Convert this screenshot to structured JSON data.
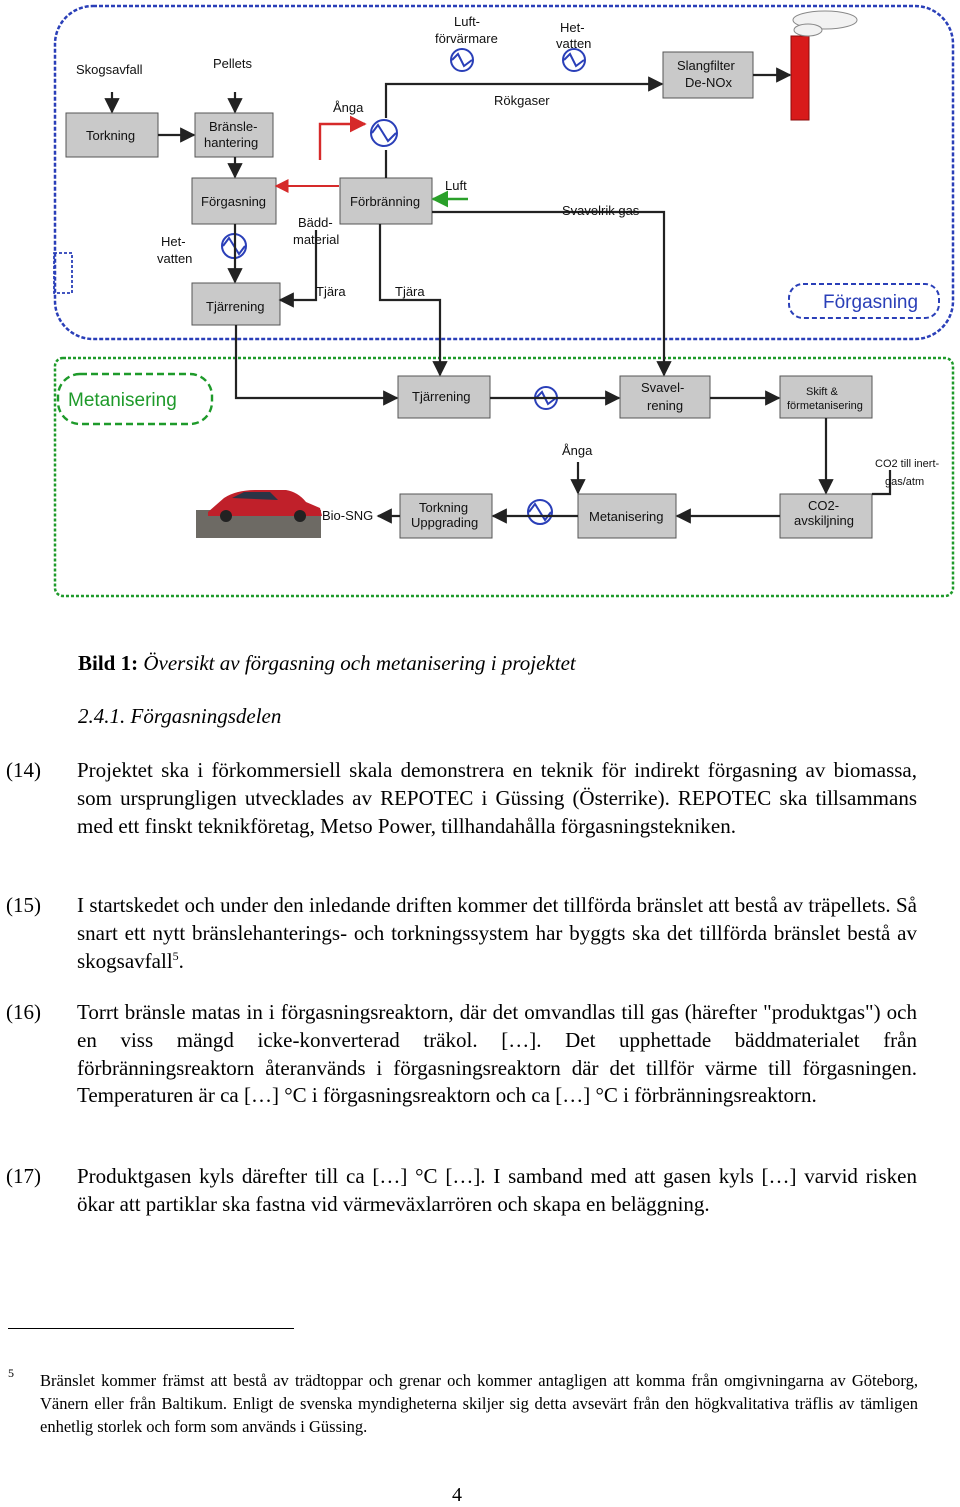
{
  "diagram": {
    "top_labels": {
      "skogsavfall": "Skogsavfall",
      "pellets": "Pellets",
      "torkning": "Torkning",
      "bransle_line1": "Bränsle-",
      "bransle_line2": "hantering",
      "anga_top": "Ånga",
      "luftforvarm_line1": "Luft-",
      "luftforvarm_line2": "förvärmare",
      "hetvatten_top_line1": "Het-",
      "hetvatten_top_line2": "vatten",
      "rokgaser": "Rökgaser",
      "slangfilter_line1": "Slangfilter",
      "slangfilter_line2": "De-NOx",
      "hetvatten_left_line1": "Het-",
      "hetvatten_left_line2": "vatten",
      "forgasning_box": "Förgasning",
      "baddmaterial_line1": "Bädd-",
      "baddmaterial_line2": "material",
      "forbranning_box": "Förbränning",
      "luft": "Luft",
      "svavelrik_gas": "Svavelrik gas",
      "tjarrening_top": "Tjärrening",
      "tjara_1": "Tjära",
      "tjara_2": "Tjära",
      "forgasning_zone": "Förgasning"
    },
    "bottom_labels": {
      "metanisering_zone": "Metanisering",
      "tjarrening_bottom": "Tjärrening",
      "svavelrening_line1": "Svavel-",
      "svavelrening_line2": "rening",
      "skift_line1": "Skift &",
      "skift_line2": "förmetanisering",
      "anga_bottom": "Ånga",
      "co2_atm_line1": "CO2 till inert-",
      "co2_atm_line2": "gas/atm",
      "bio_sng": "Bio-SNG",
      "torkning_upg_line1": "Torkning",
      "torkning_upg_line2": "Uppgrading",
      "metanisering_box": "Metanisering",
      "co2_line1": "CO2-",
      "co2_line2": "avskiljning"
    },
    "colors": {
      "forgasning_zone": "#2a3fb8",
      "metanisering_zone": "#1e9a2a",
      "steam_line": "#d62a2a",
      "air_line": "#2aa02a",
      "chimney": "#d81a1a",
      "box_fill": "#c9c9c9"
    }
  },
  "caption": {
    "label": "Bild 1:",
    "text": "Översikt av förgasning och metanisering i projektet"
  },
  "section": {
    "number": "2.4.1.",
    "title": "Förgasningsdelen"
  },
  "paragraphs": [
    {
      "num": "(14)",
      "text": "Projektet ska i förkommersiell skala demonstrera en teknik för indirekt förgasning av biomassa, som ursprungligen utvecklades av REPOTEC i Güssing (Österrike). REPOTEC ska tillsammans med ett finskt teknikföretag, Metso Power, tillhandahålla förgasningstekniken."
    },
    {
      "num": "(15)",
      "text": "I startskedet och under den inledande driften kommer det tillförda bränslet att bestå av träpellets. Så snart ett nytt bränslehanterings- och torkningssystem har byggts ska det tillförda bränslet bestå av skogsavfall",
      "footnote_ref": "5",
      "text_end": "."
    },
    {
      "num": "(16)",
      "text": "Torrt bränsle matas in i förgasningsreaktorn, där det omvandlas till gas (härefter \"produktgas\") och en viss mängd icke-konverterad träkol. […]. Det upphettade bäddmaterialet från förbränningsreaktorn återanvänds i förgasningsreaktorn där det tillför värme till förgasningen. Temperaturen är ca […] °C i förgasningsreaktorn och ca […] °C i förbränningsreaktorn."
    },
    {
      "num": "(17)",
      "text": "Produktgasen kyls därefter till ca […] °C […]. I samband med att gasen kyls […] varvid risken ökar att partiklar ska fastna vid värmeväxlarrören och skapa en beläggning."
    }
  ],
  "footnote": {
    "mark": "5",
    "text": "Bränslet kommer främst att bestå av trädtoppar och grenar och kommer antagligen att komma från omgivningarna av Göteborg, Vänern eller från Baltikum. Enligt de svenska myndigheterna skiljer sig detta avsevärt från den högkvalitativa träflis av tämligen enhetlig storlek och form som används i Güssing."
  },
  "page_number": "4"
}
